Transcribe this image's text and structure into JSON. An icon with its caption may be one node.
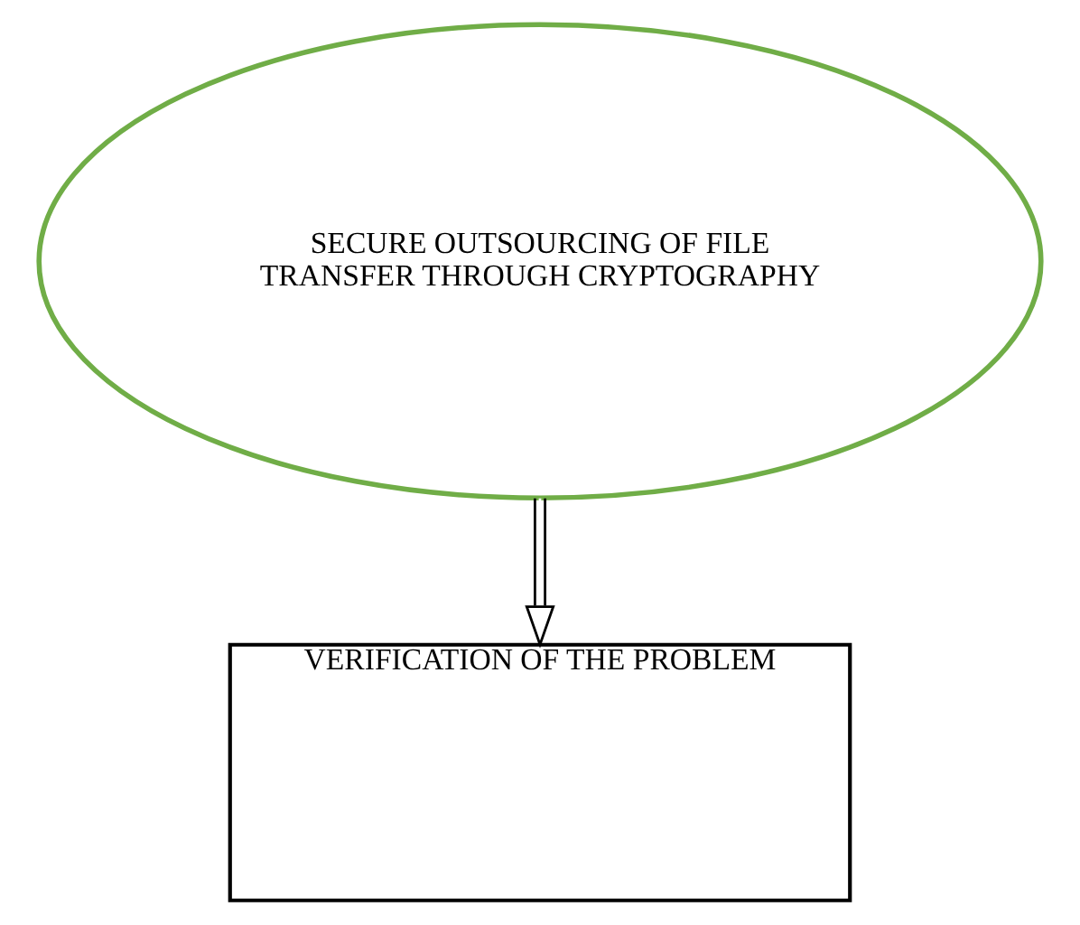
{
  "diagram": {
    "nodes": [
      {
        "text": [
          "SECURE OUTSOURCING OF FILE TRANSFER THROUGH CRYPTOGRAPHY"
        ]
      },
      {
        "text": [
          "VERIFICATION OF THE PROBLEM"
        ]
      }
    ],
    "edges": [
      {
        "from": 0,
        "to": 1,
        "arrow": "to"
      }
    ]
  }
}
